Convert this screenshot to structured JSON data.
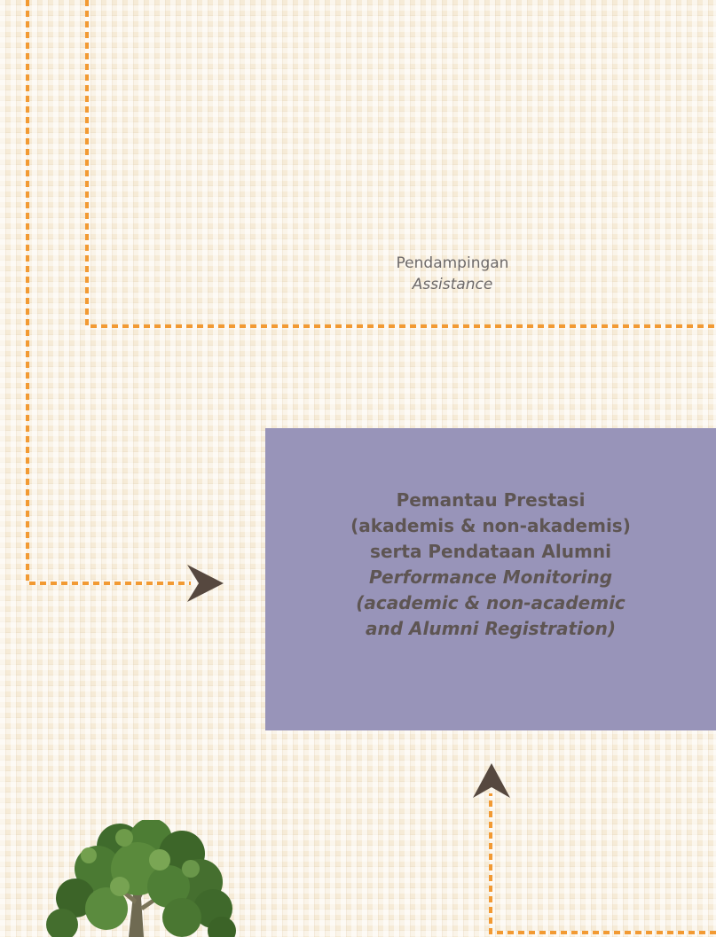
{
  "assistance": {
    "id_label": "Pendampingan",
    "en_label": "Assistance"
  },
  "monitoring_box": {
    "lines": [
      "Pemantau Prestasi",
      "(akademis & non-akademis)",
      "serta Pendataan Alumni",
      "Performance Monitoring",
      "(academic & non-academic",
      "and Alumni Registration)"
    ]
  },
  "colors": {
    "connector": "#f29a33",
    "arrowhead": "#56483f",
    "box_fill": "#9894b9",
    "box_text": "#5e5553",
    "label_text": "#6e6a6a",
    "background": "#f6ebd7"
  },
  "icons": {
    "tree": "tree-icon",
    "arrow": "arrowhead-icon"
  }
}
